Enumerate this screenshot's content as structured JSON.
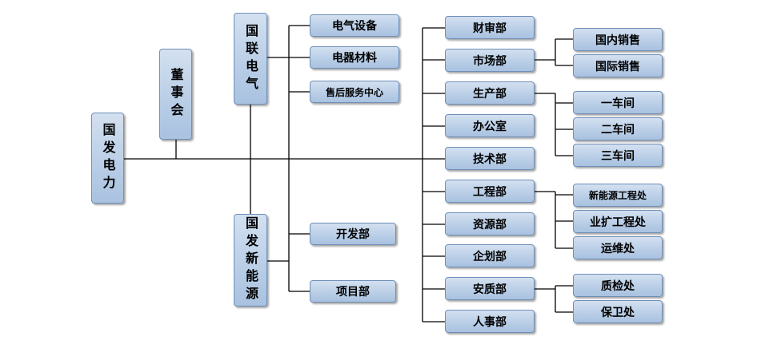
{
  "org": {
    "root": "国发电力",
    "board": "董事会",
    "guolian": "国联电气",
    "xinneng": "国发新能源",
    "guolian_units": [
      "电气设备",
      "电器材料",
      "售后服务中心"
    ],
    "xinneng_units": [
      "开发部",
      "项目部"
    ],
    "departments": [
      "财审部",
      "市场部",
      "生产部",
      "办公室",
      "技术部",
      "工程部",
      "资源部",
      "企划部",
      "安质部",
      "人事部"
    ],
    "market_units": [
      "国内销售",
      "国际销售"
    ],
    "production_units": [
      "一车间",
      "二车间",
      "三车间"
    ],
    "engineering_units": [
      "新能源工程处",
      "业扩工程处",
      "运维处"
    ],
    "safety_units": [
      "质检处",
      "保卫处"
    ]
  },
  "colors": {
    "line": "#000000",
    "box_border": "#6f8fb8",
    "box_fill": "#b8cde6"
  }
}
